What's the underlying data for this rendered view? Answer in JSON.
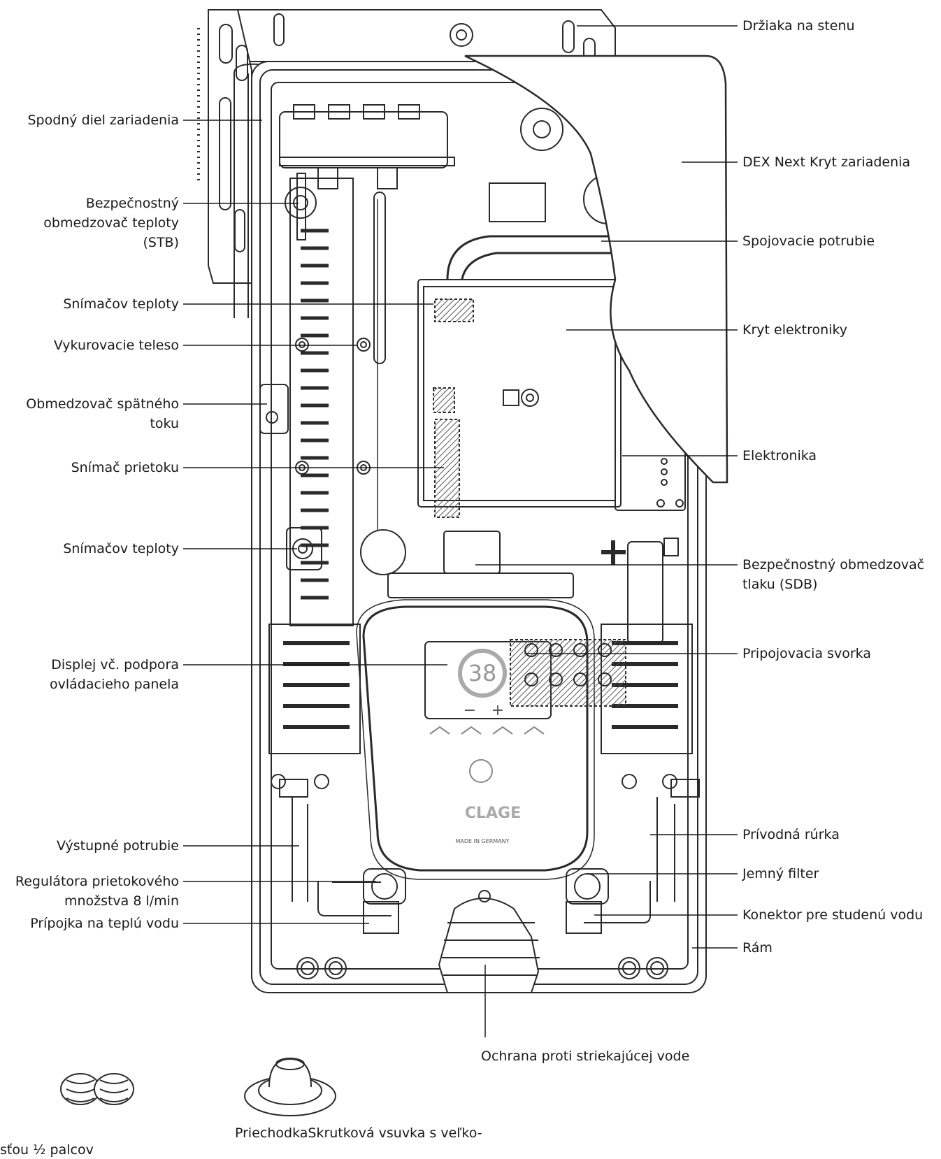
{
  "device": {
    "display_value": "38",
    "display_minus": "−",
    "display_plus": "+",
    "brand": "CLAGE",
    "made_in": "MADE IN GERMANY"
  },
  "labels_left": [
    {
      "id": "spodny-diel",
      "lines": [
        "Spodný diel zariadenia"
      ]
    },
    {
      "id": "stb",
      "lines": [
        "Bezpečnostný",
        "obmedzovač teploty",
        "(STB)"
      ]
    },
    {
      "id": "snimac-teploty-1",
      "lines": [
        "Snímačov teploty"
      ]
    },
    {
      "id": "vykurovacie-teleso",
      "lines": [
        "Vykurovacie teleso"
      ]
    },
    {
      "id": "obmedzovac-spatneho-toku",
      "lines": [
        "Obmedzovač spätného",
        "toku"
      ]
    },
    {
      "id": "snimac-prietoku",
      "lines": [
        "Snímač prietoku"
      ]
    },
    {
      "id": "snimac-teploty-2",
      "lines": [
        "Snímačov teploty"
      ]
    },
    {
      "id": "displej",
      "lines": [
        "Displej vč. podpora",
        "ovládacieho panela"
      ]
    },
    {
      "id": "vystupne-potrubie",
      "lines": [
        "Výstupné potrubie"
      ]
    },
    {
      "id": "regulator",
      "lines": [
        "Regulátora prietokového",
        "množstva 8 l/min"
      ]
    },
    {
      "id": "pripojka-tepla",
      "lines": [
        "Prípojka na teplú vodu"
      ]
    }
  ],
  "labels_right": [
    {
      "id": "drziak",
      "lines": [
        "Držiaka na stenu"
      ]
    },
    {
      "id": "kryt-zariadenia",
      "lines": [
        "DEX Next Kryt zariadenia"
      ]
    },
    {
      "id": "spojovacie-potrubie",
      "lines": [
        "Spojovacie potrubie"
      ]
    },
    {
      "id": "kryt-elektroniky",
      "lines": [
        "Kryt elektroniky"
      ]
    },
    {
      "id": "elektronika",
      "lines": [
        "Elektronika"
      ]
    },
    {
      "id": "sdb",
      "lines": [
        "Bezpečnostný obmedzovač",
        "tlaku (SDB)"
      ]
    },
    {
      "id": "pripojovacia-svorka",
      "lines": [
        "Pripojovacia svorka"
      ]
    },
    {
      "id": "privodna-rurka",
      "lines": [
        "Prívodná rúrka"
      ]
    },
    {
      "id": "jemny-filter",
      "lines": [
        "Jemný filter"
      ]
    },
    {
      "id": "konektor-studena",
      "lines": [
        "Konektor pre studenú vodu"
      ]
    },
    {
      "id": "ram",
      "lines": [
        "Rám"
      ]
    }
  ],
  "label_bottom": {
    "id": "ochrana",
    "lines": [
      "Ochrana proti striekajúcej vode"
    ]
  },
  "accessories": {
    "priechodka_caption": "PriechodkaSkrutková vsuvka s veľko-",
    "nipple_caption": "sťou ½ palcov"
  }
}
